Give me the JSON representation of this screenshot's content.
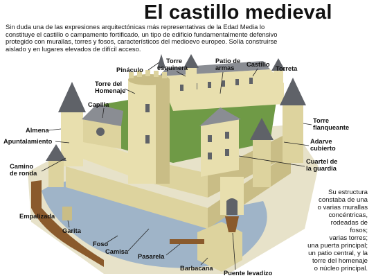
{
  "title": "El castillo medieval",
  "intro_lines": [
    "Sin duda una de las expresiones arquitectónicas más  representativas de la Edad Media lo",
    "constituye el castillo o campamento  fortificado, un tipo de edificio fundamentalmente defensivo",
    "protegido con  murallas, torres y fosos, característicos del medioevo europeo. Solía  construirse",
    "aislado y en lugares elevados de difícil acceso."
  ],
  "summary_lines": [
    "Su estructura",
    "constaba de una",
    "o varias murallas",
    "concéntricas,",
    "rodeadas de",
    "fosos;",
    "varias torres;",
    "una puerta principal;",
    "un patio central, y la",
    "torre del homenaje",
    "o núcleo principal."
  ],
  "labels": {
    "torre_esquinera": [
      "Torre",
      "esquinera"
    ],
    "patio_armas": [
      "Patio de",
      "armas"
    ],
    "castillo": "Castillo",
    "torreta": "Torreta",
    "pinaculo": "Pináculo",
    "torre_homenaje": [
      "Torre del",
      "Homenaje"
    ],
    "capilla": "Capilla",
    "almena": "Almena",
    "apuntalamiento": "Apuntalamiento",
    "camino_ronda": [
      "Camino",
      "de ronda"
    ],
    "empalizada": "Empalizada",
    "garita": "Garita",
    "foso": "Foso",
    "camisa": "Camisa",
    "pasarela": "Pasarela",
    "barbacana": "Barbacana",
    "puente_levadizo": "Puente levadizo",
    "torre_flanqueante": [
      "Torre",
      "flanqueante"
    ],
    "adarve_cubierto": [
      "Adarve",
      "cubierto"
    ],
    "cuartel_guardia": [
      "Cuartel de",
      "la guardia"
    ]
  },
  "colors": {
    "stone": "#e8dfae",
    "stone_shade": "#c9bd86",
    "roof": "#8a8d93",
    "roof_dark": "#5f6268",
    "grass": "#6f9a46",
    "moat": "#9fb4c8",
    "wood": "#8a5a2c"
  }
}
